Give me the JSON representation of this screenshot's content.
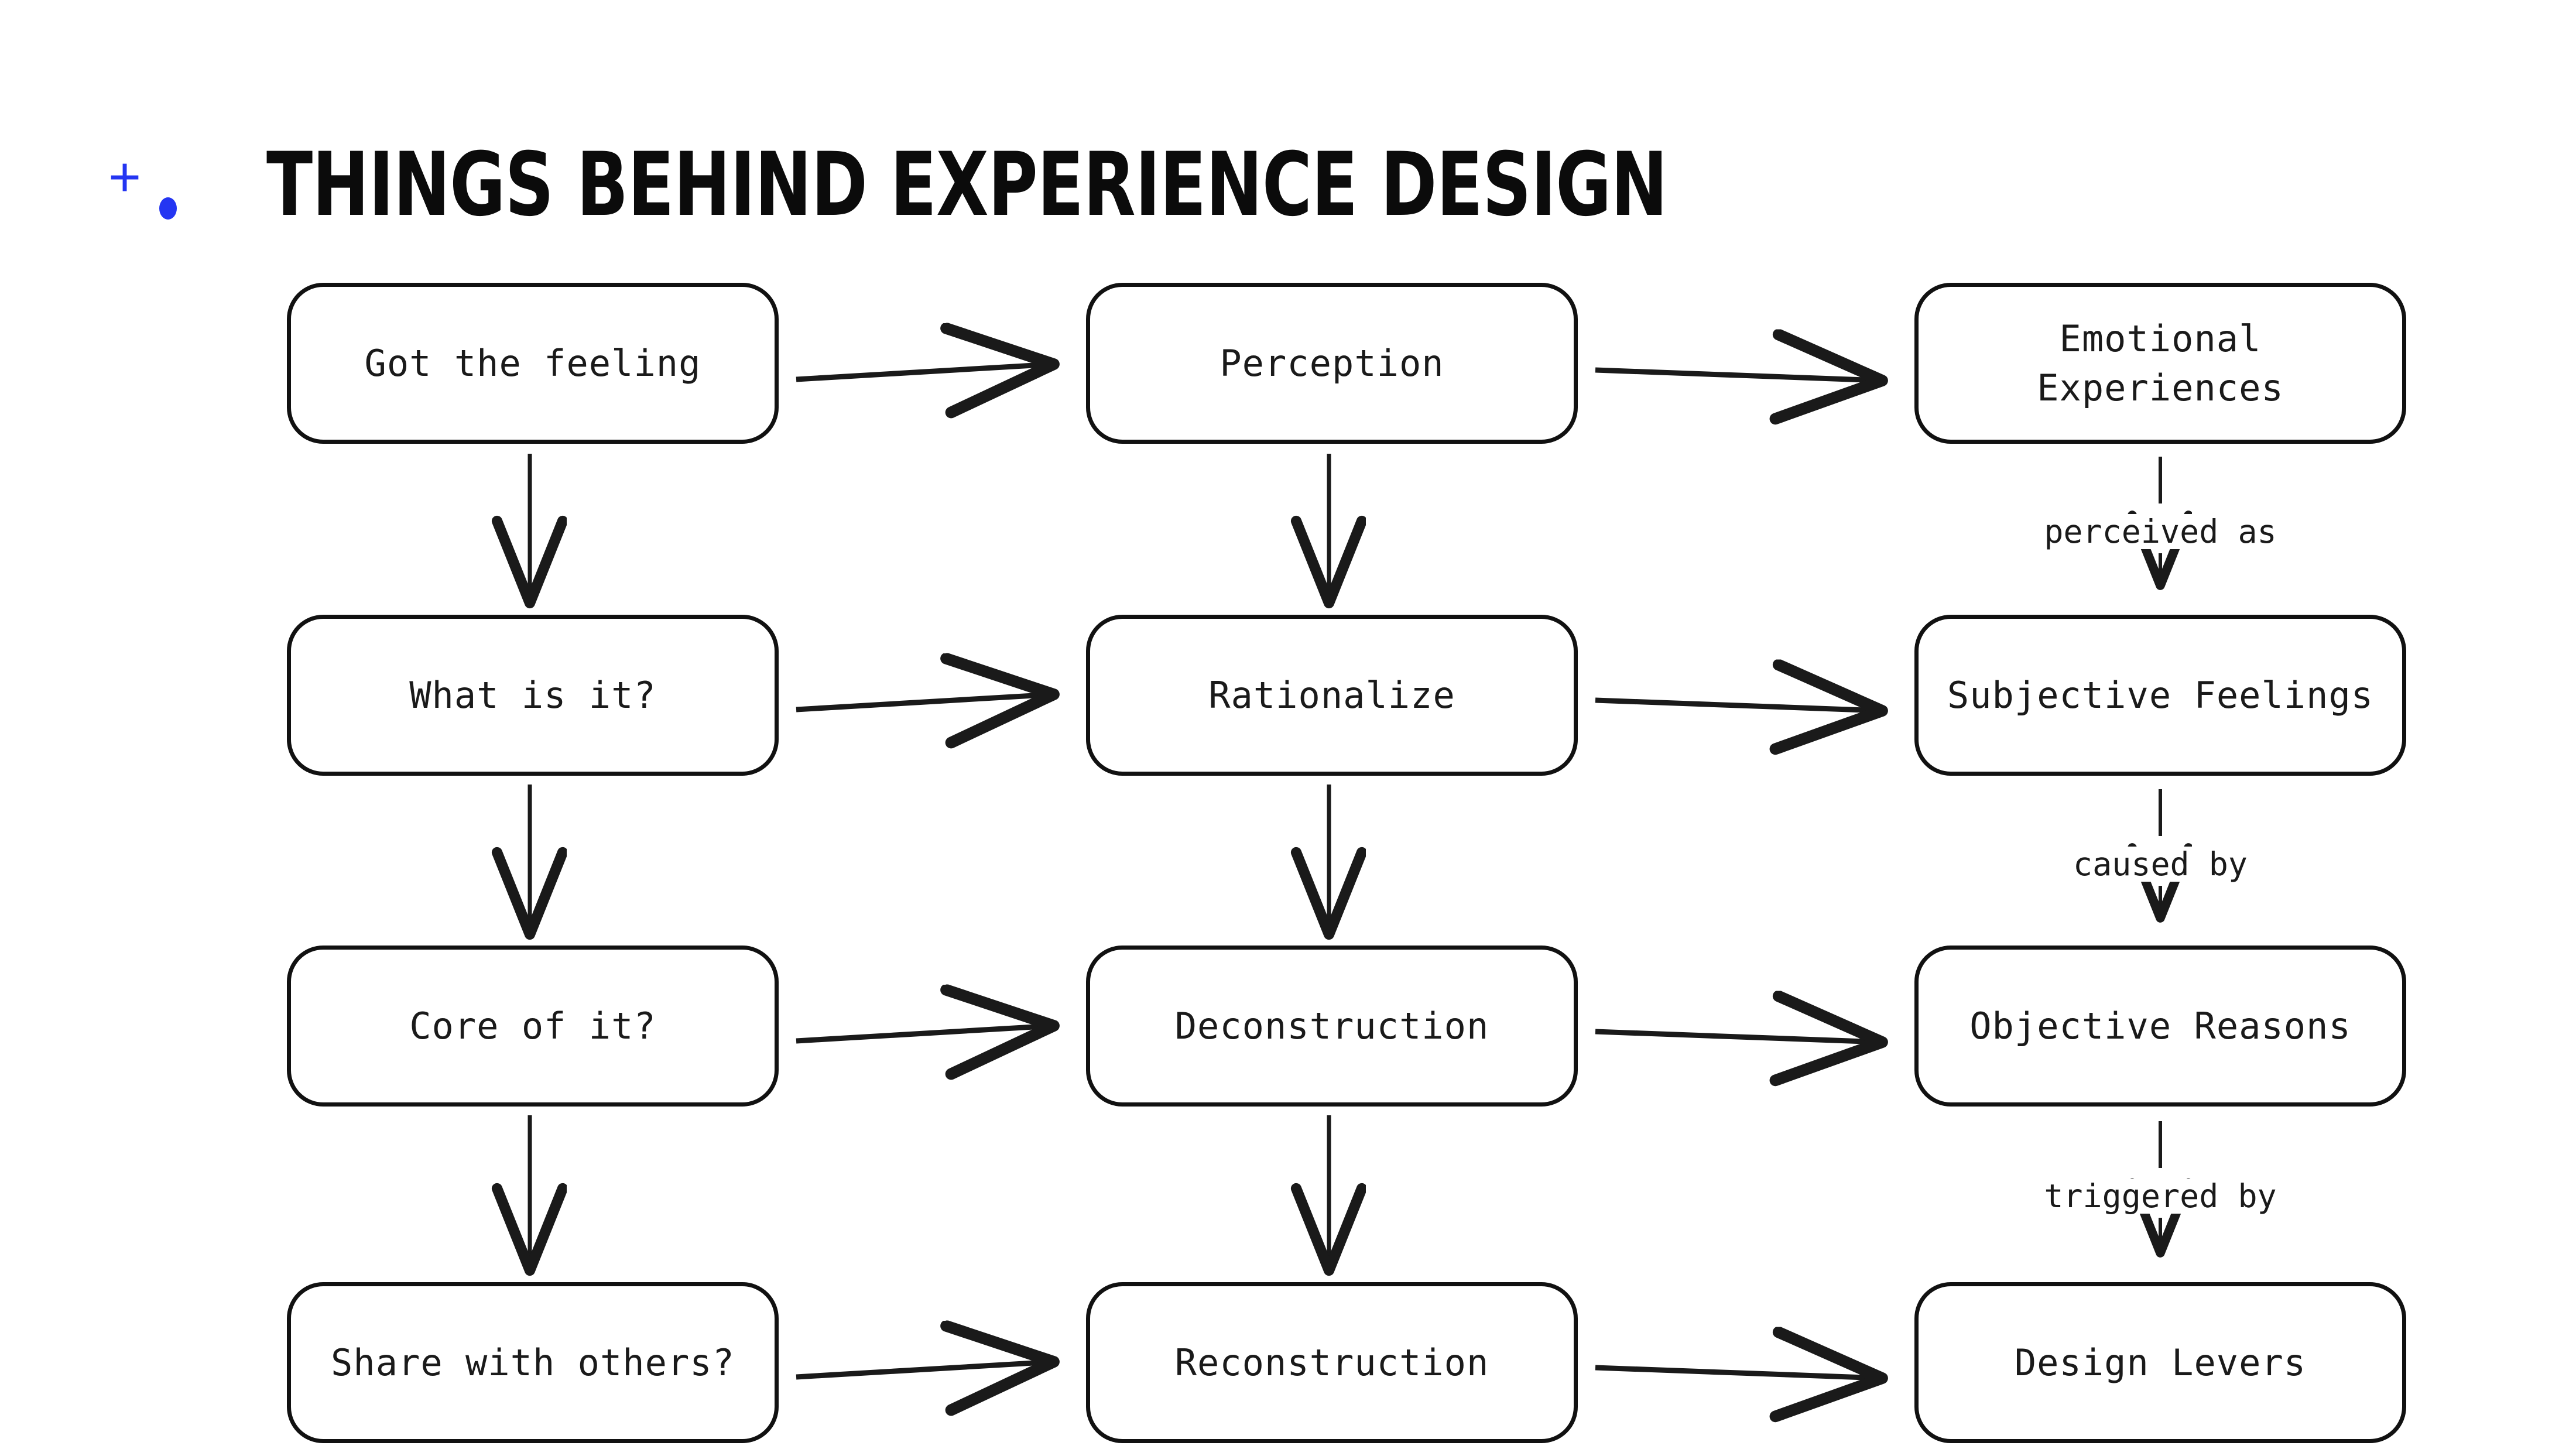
{
  "title": {
    "text": "THINGS BEHIND EXPERIENCE DESIGN",
    "plus_marker": "+",
    "bullet_marker": "•",
    "accent_color": "#2435f2",
    "text_color": "#0b0b0b"
  },
  "diagram": {
    "type": "flowchart",
    "columns": 3,
    "rows": 4,
    "node_stroke_color": "#111111",
    "node_fill_color": "#ffffff",
    "arrow_color": "#1a1a1a",
    "nodes": {
      "r1c1": {
        "label": "Got the feeling"
      },
      "r1c2": {
        "label": "Perception"
      },
      "r1c3": {
        "label": "Emotional\nExperiences"
      },
      "r2c1": {
        "label": "What is it?"
      },
      "r2c2": {
        "label": "Rationalize"
      },
      "r2c3": {
        "label": "Subjective Feelings"
      },
      "r3c1": {
        "label": "Core of it?"
      },
      "r3c2": {
        "label": "Deconstruction"
      },
      "r3c3": {
        "label": "Objective Reasons"
      },
      "r4c1": {
        "label": "Share with others?"
      },
      "r4c2": {
        "label": "Reconstruction"
      },
      "r4c3": {
        "label": "Design Levers"
      }
    },
    "edge_labels": {
      "c3_r1_r2": "perceived as",
      "c3_r2_r3": "caused by",
      "c3_r3_r4": "triggered by"
    }
  }
}
